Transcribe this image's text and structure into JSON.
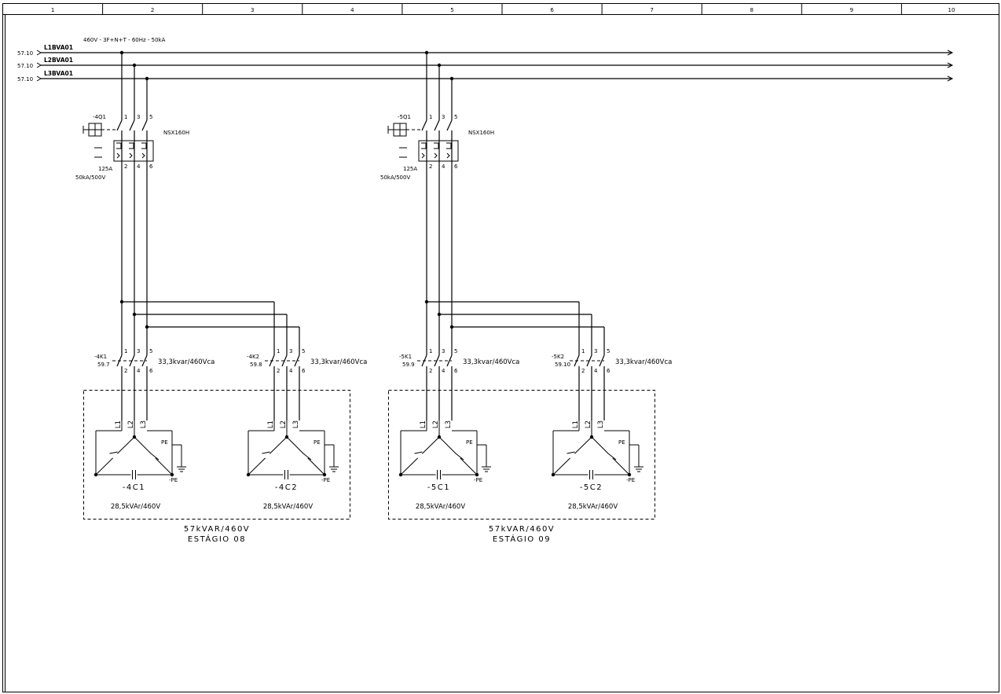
{
  "frame": {
    "columns": [
      "1",
      "2",
      "3",
      "4",
      "5",
      "6",
      "7",
      "8",
      "9",
      "10"
    ]
  },
  "supply": {
    "spec": "460V - 3F+N+T - 60Hz - 50kA",
    "lines": [
      {
        "ref": "57.10",
        "name": "L1BVA01"
      },
      {
        "ref": "57.10",
        "name": "L2BVA01"
      },
      {
        "ref": "57.10",
        "name": "L3BVA01"
      }
    ]
  },
  "stages": [
    {
      "breaker": {
        "tag": "-4Q1",
        "model": "NSX160H",
        "rating": "125A",
        "capacity": "50kA/500V",
        "poles_top": [
          "1",
          "3",
          "5"
        ],
        "poles_bottom": [
          "2",
          "4",
          "6"
        ]
      },
      "contactors": [
        {
          "tag": "-4K1",
          "ref": "59.7",
          "rating": "33,3kvar/460Vca",
          "poles_top": [
            "1",
            "3",
            "5"
          ],
          "poles_bottom": [
            "2",
            "4",
            "6"
          ],
          "capacitor": {
            "tag": "-4C1",
            "rating": "28,5kVAr/460V",
            "terminals": [
              "L1",
              "L2",
              "L3"
            ],
            "pe": "PE",
            "ground": "-PE"
          }
        },
        {
          "tag": "-4K2",
          "ref": "59.8",
          "rating": "33,3kvar/460Vca",
          "poles_top": [
            "1",
            "3",
            "5"
          ],
          "poles_bottom": [
            "2",
            "4",
            "6"
          ],
          "capacitor": {
            "tag": "-4C2",
            "rating": "28,5kVAr/460V",
            "terminals": [
              "L1",
              "L2",
              "L3"
            ],
            "pe": "PE",
            "ground": "-PE"
          }
        }
      ],
      "box_rating": "57kVAR/460V",
      "box_name": "ESTÁGIO 08"
    },
    {
      "breaker": {
        "tag": "-5Q1",
        "model": "NSX160H",
        "rating": "125A",
        "capacity": "50kA/500V",
        "poles_top": [
          "1",
          "3",
          "5"
        ],
        "poles_bottom": [
          "2",
          "4",
          "6"
        ]
      },
      "contactors": [
        {
          "tag": "-5K1",
          "ref": "59.9",
          "rating": "33,3kvar/460Vca",
          "poles_top": [
            "1",
            "3",
            "5"
          ],
          "poles_bottom": [
            "2",
            "4",
            "6"
          ],
          "capacitor": {
            "tag": "-5C1",
            "rating": "28,5kVAr/460V",
            "terminals": [
              "L1",
              "L2",
              "L3"
            ],
            "pe": "PE",
            "ground": "-PE"
          }
        },
        {
          "tag": "-5K2",
          "ref": "59.10",
          "rating": "33,3kvar/460Vca",
          "poles_top": [
            "1",
            "3",
            "5"
          ],
          "poles_bottom": [
            "2",
            "4",
            "6"
          ],
          "capacitor": {
            "tag": "-5C2",
            "rating": "28,5kVAr/460V",
            "terminals": [
              "L1",
              "L2",
              "L3"
            ],
            "pe": "PE",
            "ground": "-PE"
          }
        }
      ],
      "box_rating": "57kVAR/460V",
      "box_name": "ESTÁGIO 09"
    }
  ]
}
